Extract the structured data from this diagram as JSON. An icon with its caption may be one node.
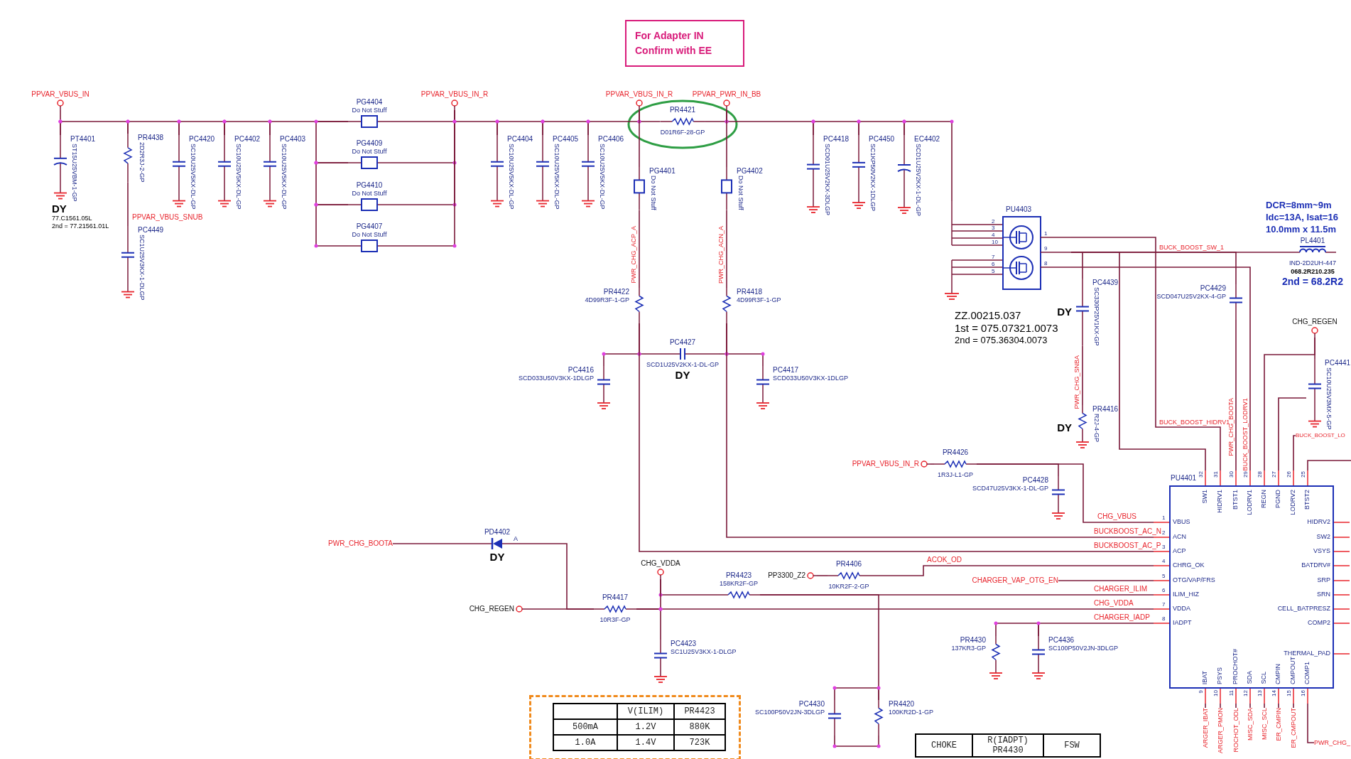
{
  "diagram": {
    "nodes": [
      {
        "text": [
          "PPVAR_VBUS_IN"
        ]
      },
      {
        "text": [
          "PT4401",
          "ST15U25VBM-1-GP"
        ],
        "beside": [
          "DY",
          "77.C1561.05L",
          "2nd = 77.21561.01L"
        ]
      },
      {
        "text": [
          "PR4438",
          "2D2R3J-2-GP"
        ]
      },
      {
        "text": [
          "PC4449",
          "SC1U25V3KX-1-DLGP"
        ]
      },
      {
        "text": [
          "PC4420",
          "SC10U25V5KX-DL-GP"
        ]
      },
      {
        "text": [
          "PC4402",
          "SC10U25V5KX-DL-GP"
        ]
      },
      {
        "text": [
          "PC4403",
          "SC10U25V5KX-DL-GP"
        ]
      },
      {
        "text": [
          "PG4404",
          "Do Not Stuff"
        ]
      },
      {
        "text": [
          "PG4409",
          "Do Not Stuff"
        ]
      },
      {
        "text": [
          "PG4410",
          "Do Not Stuff"
        ]
      },
      {
        "text": [
          "PG4407",
          "Do Not Stuff"
        ]
      },
      {
        "text": [
          "PPVAR_VBUS_IN_R"
        ]
      },
      {
        "text": [
          "PC4404",
          "SC10U25V5KX-DL-GP"
        ]
      },
      {
        "text": [
          "PC4405",
          "SC10U25V5KX-DL-GP"
        ]
      },
      {
        "text": [
          "PC4406",
          "SC10U25V5KX-DL-GP"
        ]
      },
      {
        "text": [
          "PPVAR_VBUS_IN_R"
        ]
      },
      {
        "text": [
          "PR4421",
          "D01R6F-28-GP"
        ]
      },
      {
        "text": [
          "PPVAR_PWR_IN_BB"
        ]
      },
      {
        "text": [
          "PC4418",
          "SCD01U25V2KX-3DLGP"
        ]
      },
      {
        "text": [
          "PC4450",
          "SC1KP50V2KX-1DLGP"
        ]
      },
      {
        "text": [
          "EC4402",
          "SCD1U25V2KX-1-DL-GP"
        ]
      },
      {
        "text": [
          "PG4401",
          "Do Not Stuff"
        ]
      },
      {
        "text": [
          "PG4402",
          "Do Not Stuff"
        ]
      },
      {
        "text": [
          "PR4422",
          "4D99R3F-1-GP"
        ]
      },
      {
        "text": [
          "PR4418",
          "4D99R3F-1-GP"
        ]
      },
      {
        "text": [
          "PC4427",
          "SCD1U25V2KX-1-DL-GP"
        ],
        "beside": [
          "DY"
        ]
      },
      {
        "text": [
          "PC4416",
          "SCD033U50V3KX-1DLGP"
        ]
      },
      {
        "text": [
          "PC4417",
          "SCD033U50V3KX-1DLGP"
        ]
      },
      {
        "text": [
          "PU4403",
          "2",
          "3",
          "4",
          "10",
          "7",
          "6",
          "5",
          "1",
          "9",
          "8"
        ],
        "beside": [
          "ZZ.00215.037",
          "1st = 075.07321.0073",
          "2nd = 075.36304.0073"
        ]
      },
      {
        "text": [
          "PC4439",
          "SC330P25V1KX-GP"
        ],
        "beside": [
          "DY"
        ]
      },
      {
        "text": [
          "PR4416",
          "R2J-4-GP"
        ],
        "beside": [
          "DY"
        ]
      },
      {
        "text": [
          "PC4429",
          "SCD047U25V2KX-4-GP"
        ]
      },
      {
        "text": [
          "PL4401",
          "IND-2D2UH-447"
        ],
        "beside": [
          "068.2R210.235",
          "2nd = 68.2R2"
        ]
      },
      {
        "text": [
          "CHG_REGEN"
        ]
      },
      {
        "text": [
          "PC4441",
          "SC10U25V3MX-5-GP"
        ]
      },
      {
        "text": [
          "PPVAR_VBUS_IN_R"
        ]
      },
      {
        "text": [
          "PR4426",
          "1R3J-L1-GP"
        ]
      },
      {
        "text": [
          "PC4428",
          "SCD47U25V3KX-1-DL-GP"
        ]
      },
      {
        "text": [
          "PU4401",
          "SW1",
          "32",
          "HIDRV1",
          "31",
          "BTST1",
          "30",
          "LODRV1",
          "29",
          "REGN",
          "28",
          "PGND",
          "27",
          "LODRV2",
          "26",
          "BTST2",
          "25",
          "VBUS",
          "1",
          "ACN",
          "2",
          "ACP",
          "3",
          "CHRG_OK",
          "4",
          "OTG/VAP/FRS",
          "5",
          "ILIM_HIZ",
          "6",
          "VDDA",
          "7",
          "IADPT",
          "8",
          "HIDRV2",
          "SW2",
          "VSYS",
          "BATDRV#",
          "SRP",
          "SRN",
          "CELL_BATPRESZ",
          "COMP2",
          "THERMAL_PAD",
          "IBAT",
          "9",
          "PSYS",
          "10",
          "PROCHOT#",
          "11",
          "SDA",
          "12",
          "SCL",
          "13",
          "CMPIN",
          "14",
          "CMPOUT",
          "15",
          "COMP1",
          "16"
        ]
      },
      {
        "text": [
          "PD4402"
        ],
        "beside": [
          "DY"
        ]
      },
      {
        "text": [
          "CHG_REGEN"
        ]
      },
      {
        "text": [
          "PR4417",
          "10R3F-GP"
        ]
      },
      {
        "text": [
          "CHG_VDDA"
        ]
      },
      {
        "text": [
          "PC4423",
          "SC1U25V3KX-1-DLGP"
        ]
      },
      {
        "text": [
          "PR4423",
          "158KR2F-GP"
        ]
      },
      {
        "text": [
          "PP3300_Z2"
        ]
      },
      {
        "text": [
          "PR4406",
          "10KR2F-2-GP"
        ]
      },
      {
        "text": [
          "PR4430",
          "137KR3-GP"
        ]
      },
      {
        "text": [
          "PC4436",
          "SC100P50V2JN-3DLGP"
        ]
      },
      {
        "text": [
          "PC4430",
          "SC100P50V2JN-3DLGP"
        ]
      },
      {
        "text": [
          "PR4420",
          "100KR2D-1-GP"
        ]
      },
      {
        "text": [
          "For Adapter IN Confirm with EE"
        ]
      },
      {
        "text": [
          "PWR_CHG_BOOTA"
        ]
      },
      {
        "text": [
          "CHARGER_VAP_OTG_EN"
        ]
      },
      {
        "text": [
          "BUCK_BOOST_LO"
        ]
      },
      {
        "text": [
          "ARGER_IBAT"
        ]
      },
      {
        "text": [
          "ARGER_PMON"
        ]
      },
      {
        "text": [
          "ROCHOT_ODL"
        ]
      },
      {
        "text": [
          "MISC_SDA"
        ]
      },
      {
        "text": [
          "MISC_SCL"
        ]
      },
      {
        "text": [
          "ER_CMPIN"
        ]
      },
      {
        "text": [
          "ER_CMPOUT"
        ]
      },
      {
        "text": [
          "PWR_CHG_"
        ]
      }
    ],
    "edges": [
      {
        "from": 0,
        "to": 1,
        "arrow": "none"
      },
      {
        "from": 1,
        "to": 2,
        "arrow": "none"
      },
      {
        "from": 2,
        "to": 3,
        "arrow": "none"
      },
      {
        "from": 2,
        "to": 4,
        "arrow": "none"
      },
      {
        "from": 4,
        "to": 5,
        "arrow": "none"
      },
      {
        "from": 5,
        "to": 6,
        "arrow": "none"
      },
      {
        "from": 6,
        "to": 7,
        "arrow": "none"
      },
      {
        "from": 7,
        "to": 11,
        "arrow": "none"
      },
      {
        "from": 7,
        "to": 8,
        "arrow": "none"
      },
      {
        "from": 8,
        "to": 9,
        "arrow": "none"
      },
      {
        "from": 9,
        "to": 10,
        "arrow": "none"
      },
      {
        "from": 8,
        "to": 11,
        "arrow": "none"
      },
      {
        "from": 9,
        "to": 11,
        "arrow": "none"
      },
      {
        "from": 10,
        "to": 11,
        "arrow": "none"
      },
      {
        "from": 11,
        "to": 12,
        "arrow": "none"
      },
      {
        "from": 12,
        "to": 13,
        "arrow": "none"
      },
      {
        "from": 13,
        "to": 14,
        "arrow": "none"
      },
      {
        "from": 14,
        "to": 15,
        "arrow": "none"
      },
      {
        "from": 15,
        "to": 16,
        "arrow": "none"
      },
      {
        "from": 16,
        "to": 17,
        "arrow": "none"
      },
      {
        "from": 17,
        "to": 18,
        "arrow": "none"
      },
      {
        "from": 18,
        "to": 19,
        "arrow": "none"
      },
      {
        "from": 19,
        "to": 20,
        "arrow": "none"
      },
      {
        "from": 20,
        "to": 28,
        "arrow": "none"
      },
      {
        "from": 15,
        "to": 21,
        "arrow": "none"
      },
      {
        "from": 17,
        "to": 22,
        "arrow": "none"
      },
      {
        "from": 21,
        "to": 23,
        "arrow": "none"
      },
      {
        "from": 22,
        "to": 24,
        "arrow": "none"
      },
      {
        "from": 23,
        "to": 25,
        "arrow": "none"
      },
      {
        "from": 23,
        "to": 26,
        "arrow": "none"
      },
      {
        "from": 24,
        "to": 25,
        "arrow": "none"
      },
      {
        "from": 24,
        "to": 27,
        "arrow": "none"
      },
      {
        "from": 28,
        "to": 29,
        "arrow": "none"
      },
      {
        "from": 28,
        "to": 31,
        "arrow": "none"
      },
      {
        "from": 28,
        "to": 32,
        "arrow": "none"
      },
      {
        "from": 29,
        "to": 30,
        "arrow": "none"
      },
      {
        "from": 28,
        "to": 38,
        "arrow": "none"
      },
      {
        "from": 28,
        "to": 38,
        "arrow": "none"
      },
      {
        "from": 28,
        "to": 38,
        "arrow": "none"
      },
      {
        "from": 31,
        "to": 38,
        "arrow": "none"
      },
      {
        "from": 33,
        "to": 34,
        "arrow": "none"
      },
      {
        "from": 33,
        "to": 38,
        "arrow": "none"
      },
      {
        "from": 34,
        "to": 38,
        "arrow": "none"
      },
      {
        "from": 38,
        "to": 54,
        "arrow": "none"
      },
      {
        "from": 38,
        "to": null,
        "arrow": "none"
      },
      {
        "from": 35,
        "to": 36,
        "arrow": "none"
      },
      {
        "from": 36,
        "to": 37,
        "arrow": "none"
      },
      {
        "from": 36,
        "to": 38,
        "arrow": "none"
      },
      {
        "from": 24,
        "to": 38,
        "arrow": "none"
      },
      {
        "from": 23,
        "to": 38,
        "arrow": "none"
      },
      {
        "from": 46,
        "to": 38,
        "arrow": "none"
      },
      {
        "from": 53,
        "to": 38,
        "arrow": "none"
      },
      {
        "from": 44,
        "to": 38,
        "arrow": "none"
      },
      {
        "from": 41,
        "to": 38,
        "arrow": "none"
      },
      {
        "from": 48,
        "to": 38,
        "arrow": "none"
      },
      {
        "from": 52,
        "to": 39,
        "arrow": "none"
      },
      {
        "from": 39,
        "to": 41,
        "arrow": "none"
      },
      {
        "from": 40,
        "to": 41,
        "arrow": "none"
      },
      {
        "from": 41,
        "to": 43,
        "arrow": "none"
      },
      {
        "from": 42,
        "to": 44,
        "arrow": "none"
      },
      {
        "from": 42,
        "to": 41,
        "arrow": "none"
      },
      {
        "from": 45,
        "to": 46,
        "arrow": "none"
      },
      {
        "from": 44,
        "to": 50,
        "arrow": "none"
      },
      {
        "from": 50,
        "to": 49,
        "arrow": "none"
      },
      {
        "from": 50,
        "to": 49,
        "arrow": "none"
      },
      {
        "from": 47,
        "to": 48,
        "arrow": "none"
      },
      {
        "from": 38,
        "to": 55,
        "arrow": "none"
      },
      {
        "from": 38,
        "to": 56,
        "arrow": "none"
      },
      {
        "from": 38,
        "to": 57,
        "arrow": "none"
      },
      {
        "from": 38,
        "to": 58,
        "arrow": "none"
      },
      {
        "from": 38,
        "to": 59,
        "arrow": "none"
      },
      {
        "from": 38,
        "to": 60,
        "arrow": "none"
      },
      {
        "from": 38,
        "to": 61,
        "arrow": "none"
      },
      {
        "from": 38,
        "to": 62,
        "arrow": "none"
      }
    ],
    "labels": [
      "PPVAR_VBUS_SNUB",
      "PWR_CHG_ACP_A",
      "PWR_CHG_ACN_A",
      "DCR=8mm~9m",
      "Idc=13A, Isat=16",
      "10.0mm x 11.5m",
      "BUCK_BOOST_SW_1",
      "PWR_CHG_SNBA",
      "BUCK_BOOST_HIDRV1",
      "PWR_CHG_BOOTA",
      "BUCK_BOOST_LODRV1",
      "CHG_VBUS",
      "BUCKBOOST_AC_N",
      "BUCKBOOST_AC_P",
      "A",
      "ACOK_OD",
      "CHARGER_ILIM",
      "CHG_VDDA",
      "CHARGER_IADP",
      "V(ILIM)",
      "PR4423",
      "500mA",
      "1.2V",
      "880K",
      "1.0A",
      "1.4V",
      "723K",
      "CHOKE",
      "R(IADPT) PR4430",
      "FSW"
    ]
  }
}
